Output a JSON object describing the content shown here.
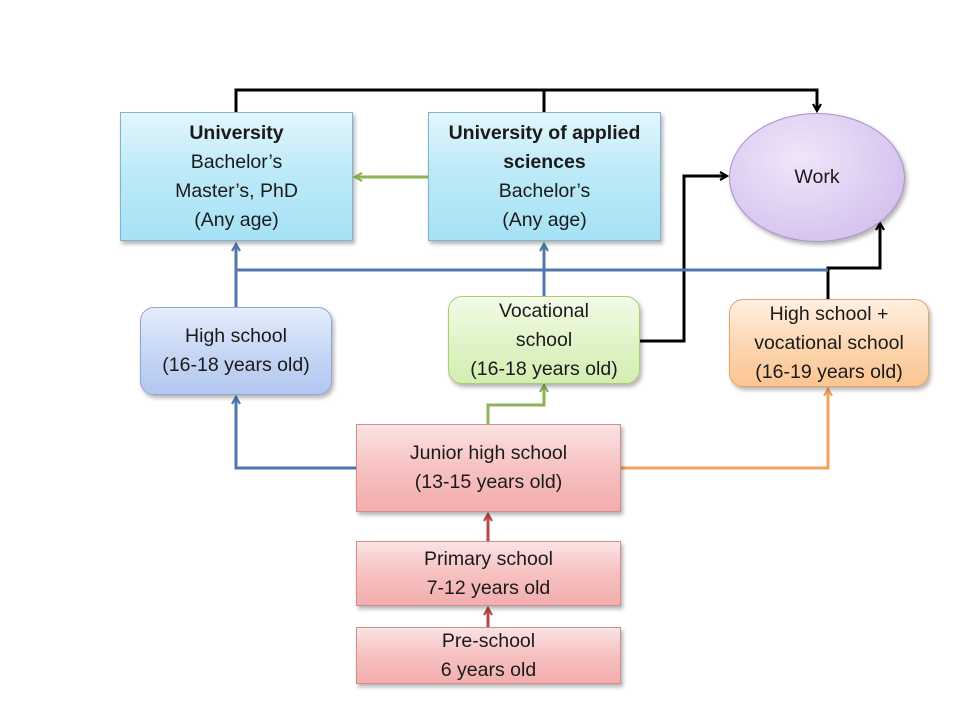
{
  "boxes": {
    "university": {
      "title": "University",
      "lines": [
        "Bachelor’s",
        "Master’s, PhD",
        "(Any age)"
      ]
    },
    "applied": {
      "title_lines": [
        "University of applied",
        "sciences"
      ],
      "lines": [
        "Bachelor’s",
        "(Any age)"
      ]
    },
    "work": {
      "label": "Work"
    },
    "high_school": {
      "lines": [
        "High school",
        "(16-18 years old)"
      ]
    },
    "vocational": {
      "lines": [
        "Vocational",
        "school",
        "(16-18 years old)"
      ]
    },
    "hs_vocational": {
      "lines": [
        "High school +",
        "vocational school",
        "(16-19 years old)"
      ]
    },
    "junior_high": {
      "lines": [
        "Junior high school",
        "(13-15 years old)"
      ]
    },
    "primary": {
      "lines": [
        "Primary school",
        "7-12 years old"
      ]
    },
    "preschool": {
      "lines": [
        "Pre-school",
        "6 years old"
      ]
    }
  },
  "colors": {
    "black_arrows": "#000000",
    "blue_arrows": "#4f76ad",
    "green_arrows": "#8fb35a",
    "orange_arrows": "#f0a35a",
    "red_arrows": "#b54848"
  }
}
